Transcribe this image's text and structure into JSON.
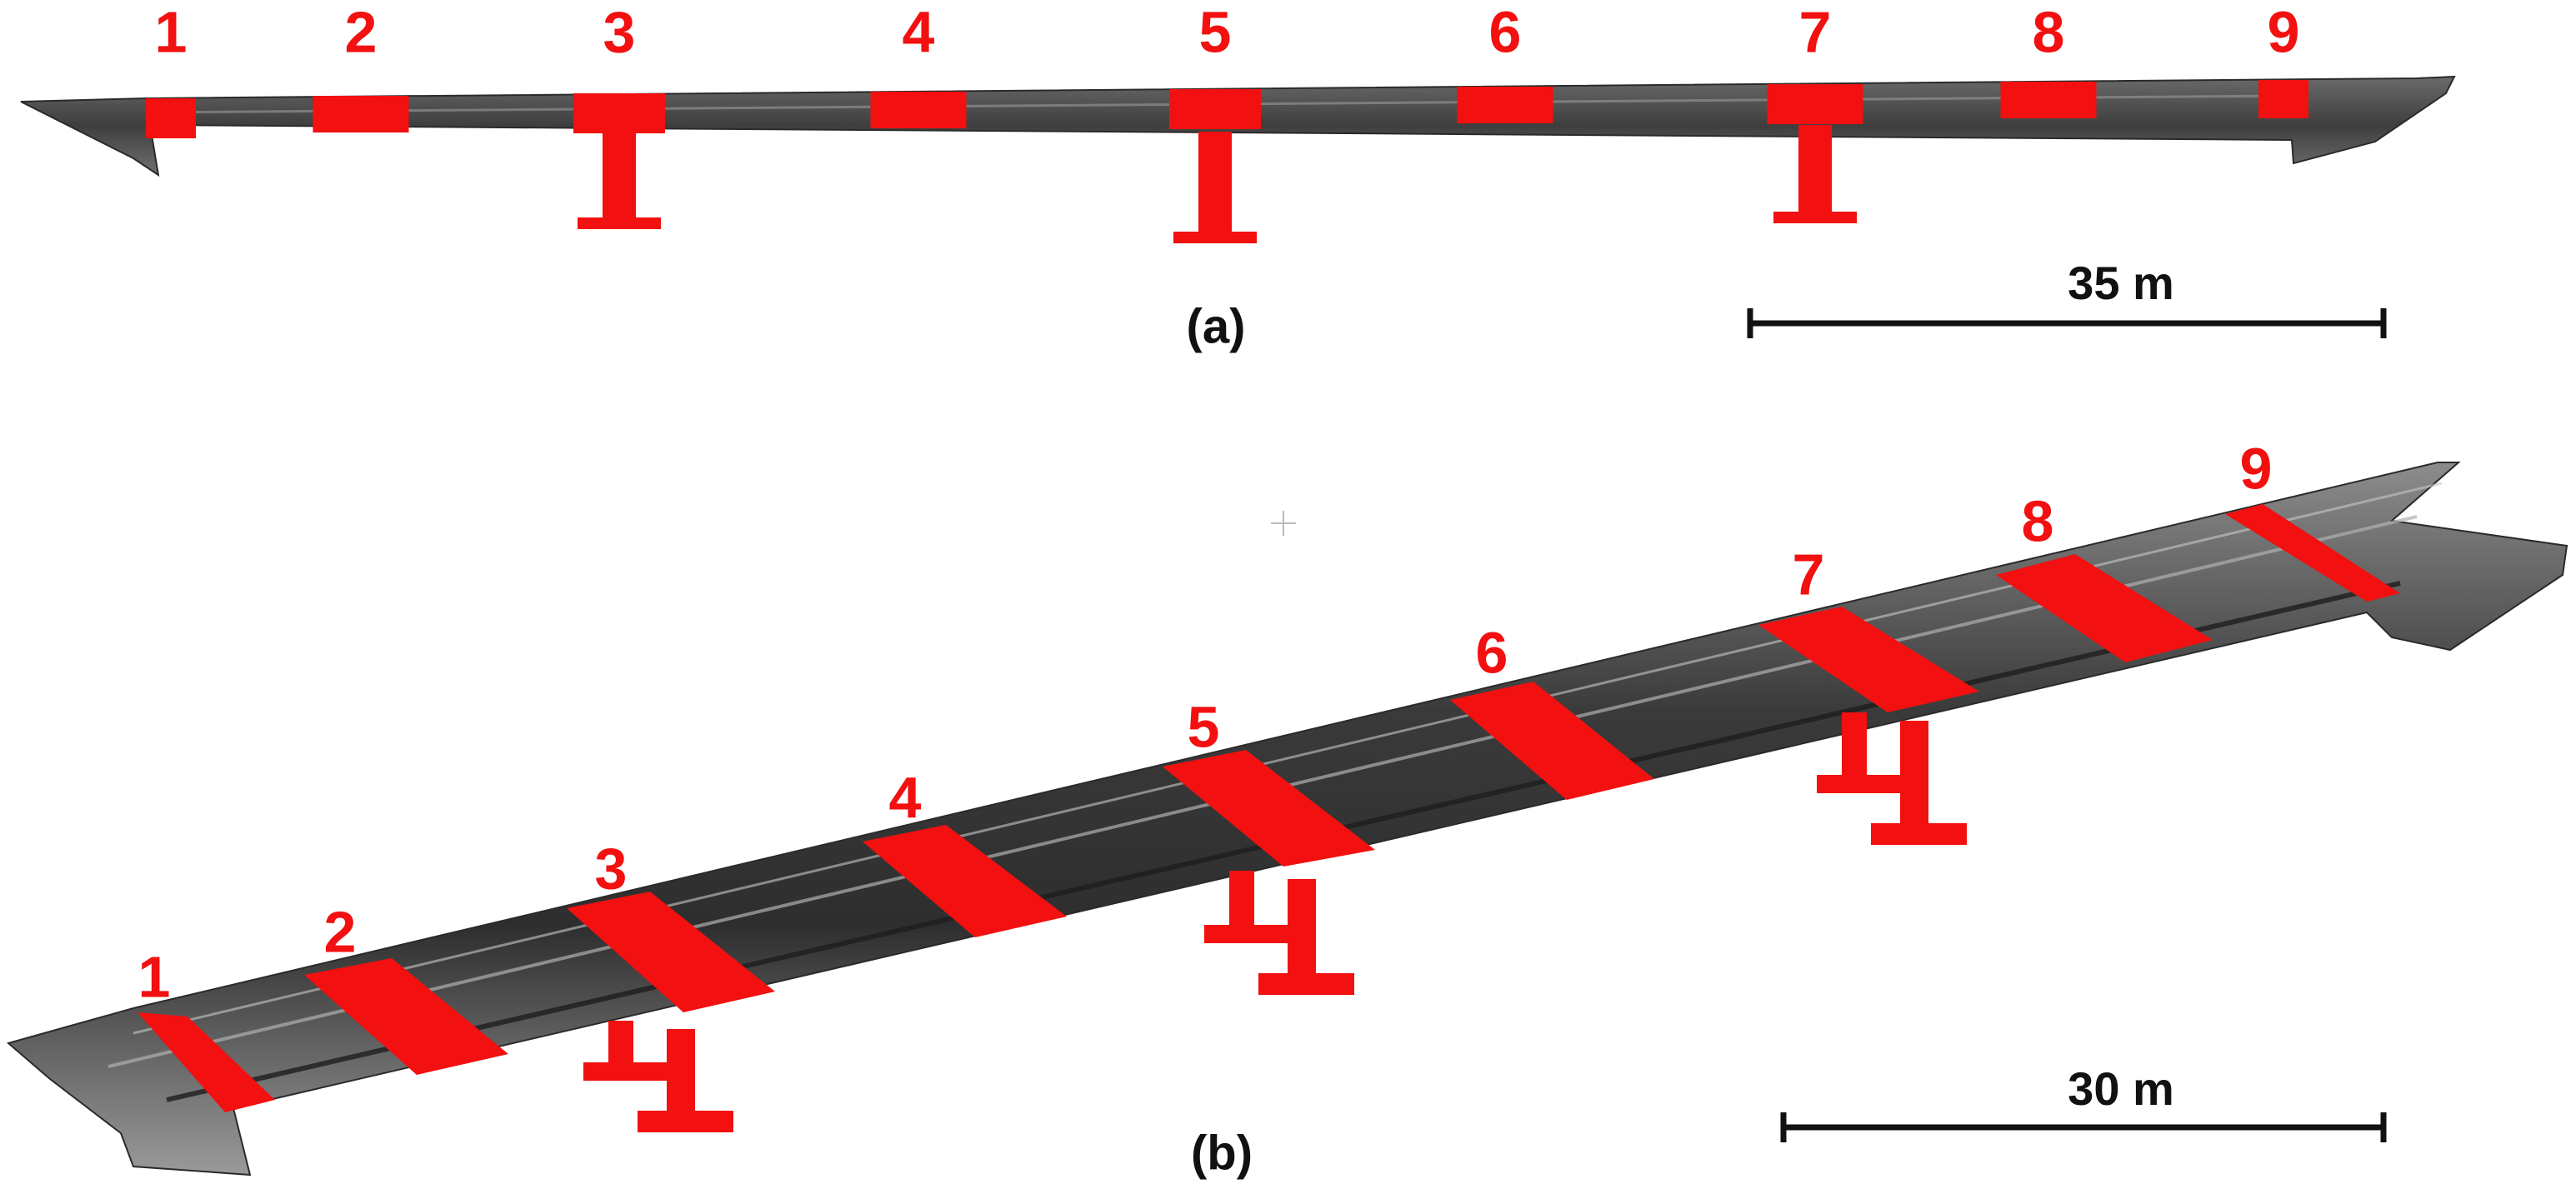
{
  "colors": {
    "highlight": "#f21010",
    "deck": "#4a4a4a",
    "deck_light": "#8a8a8a",
    "scale": "#111111"
  },
  "panel_a": {
    "caption": "(a)",
    "scale_label": "35 m",
    "sections": [
      "1",
      "2",
      "3",
      "4",
      "5",
      "6",
      "7",
      "8",
      "9"
    ]
  },
  "panel_b": {
    "caption": "(b)",
    "scale_label": "30 m",
    "sections": [
      "1",
      "2",
      "3",
      "4",
      "5",
      "6",
      "7",
      "8",
      "9"
    ]
  }
}
